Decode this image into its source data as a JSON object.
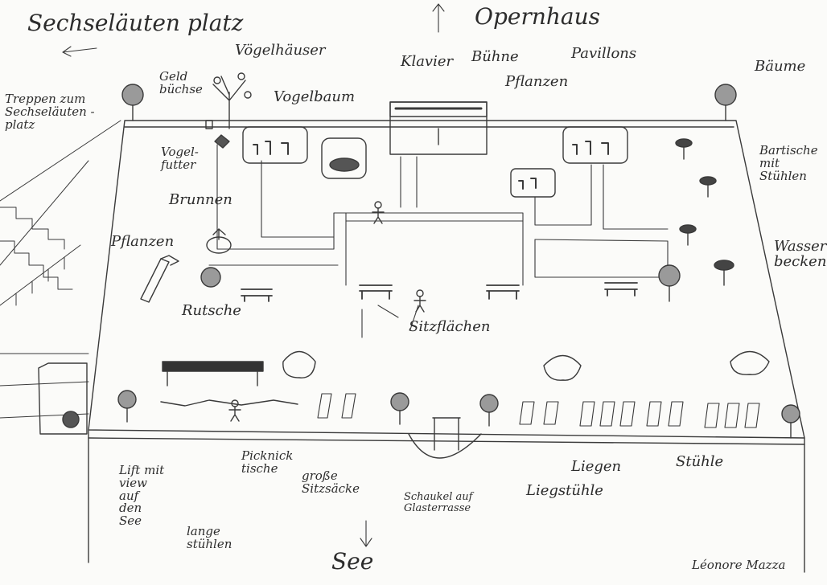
{
  "labels": {
    "sechselaeuten": "Sechseläuten platz",
    "opernhaus": "Opernhaus",
    "voegelhaeuser": "Vögelhäuser",
    "geldbuechse": "Geld\nbüchse",
    "vogelbaum": "Vogelbaum",
    "klavier": "Klavier",
    "buehne": "Bühne",
    "pflanzen_top": "Pflanzen",
    "pavillons": "Pavillons",
    "baeume": "Bäume",
    "treppen": "Treppen zum\nSechseläuten -\nplatz",
    "vogelfutter": "Vogel-\nfutter",
    "brunnen": "Brunnen",
    "bartische": "Bartische\nmit\nStühlen",
    "pflanzen_left": "Pflanzen",
    "wasserbecken": "Wasser\nbecken",
    "rutsche": "Rutsche",
    "sitzflaechen": "Sitzflächen",
    "lift": "Lift mit\nview\nauf\nden\nSee",
    "picknicktische": "Picknick\ntische",
    "grosse_sitzsaecke": "große\nSitzsäcke",
    "lange_stuehlen": "lange\nstühlen",
    "schaukel": "Schaukel auf\nGlasterrasse",
    "liegen": "Liegen",
    "liegestuehle": "Liegstühle",
    "stuehle": "Stühle",
    "see": "See",
    "signature": "Léonore Mazza"
  },
  "palette": {
    "pencil": "#3a3a3a",
    "paper": "#fbfbf9"
  }
}
